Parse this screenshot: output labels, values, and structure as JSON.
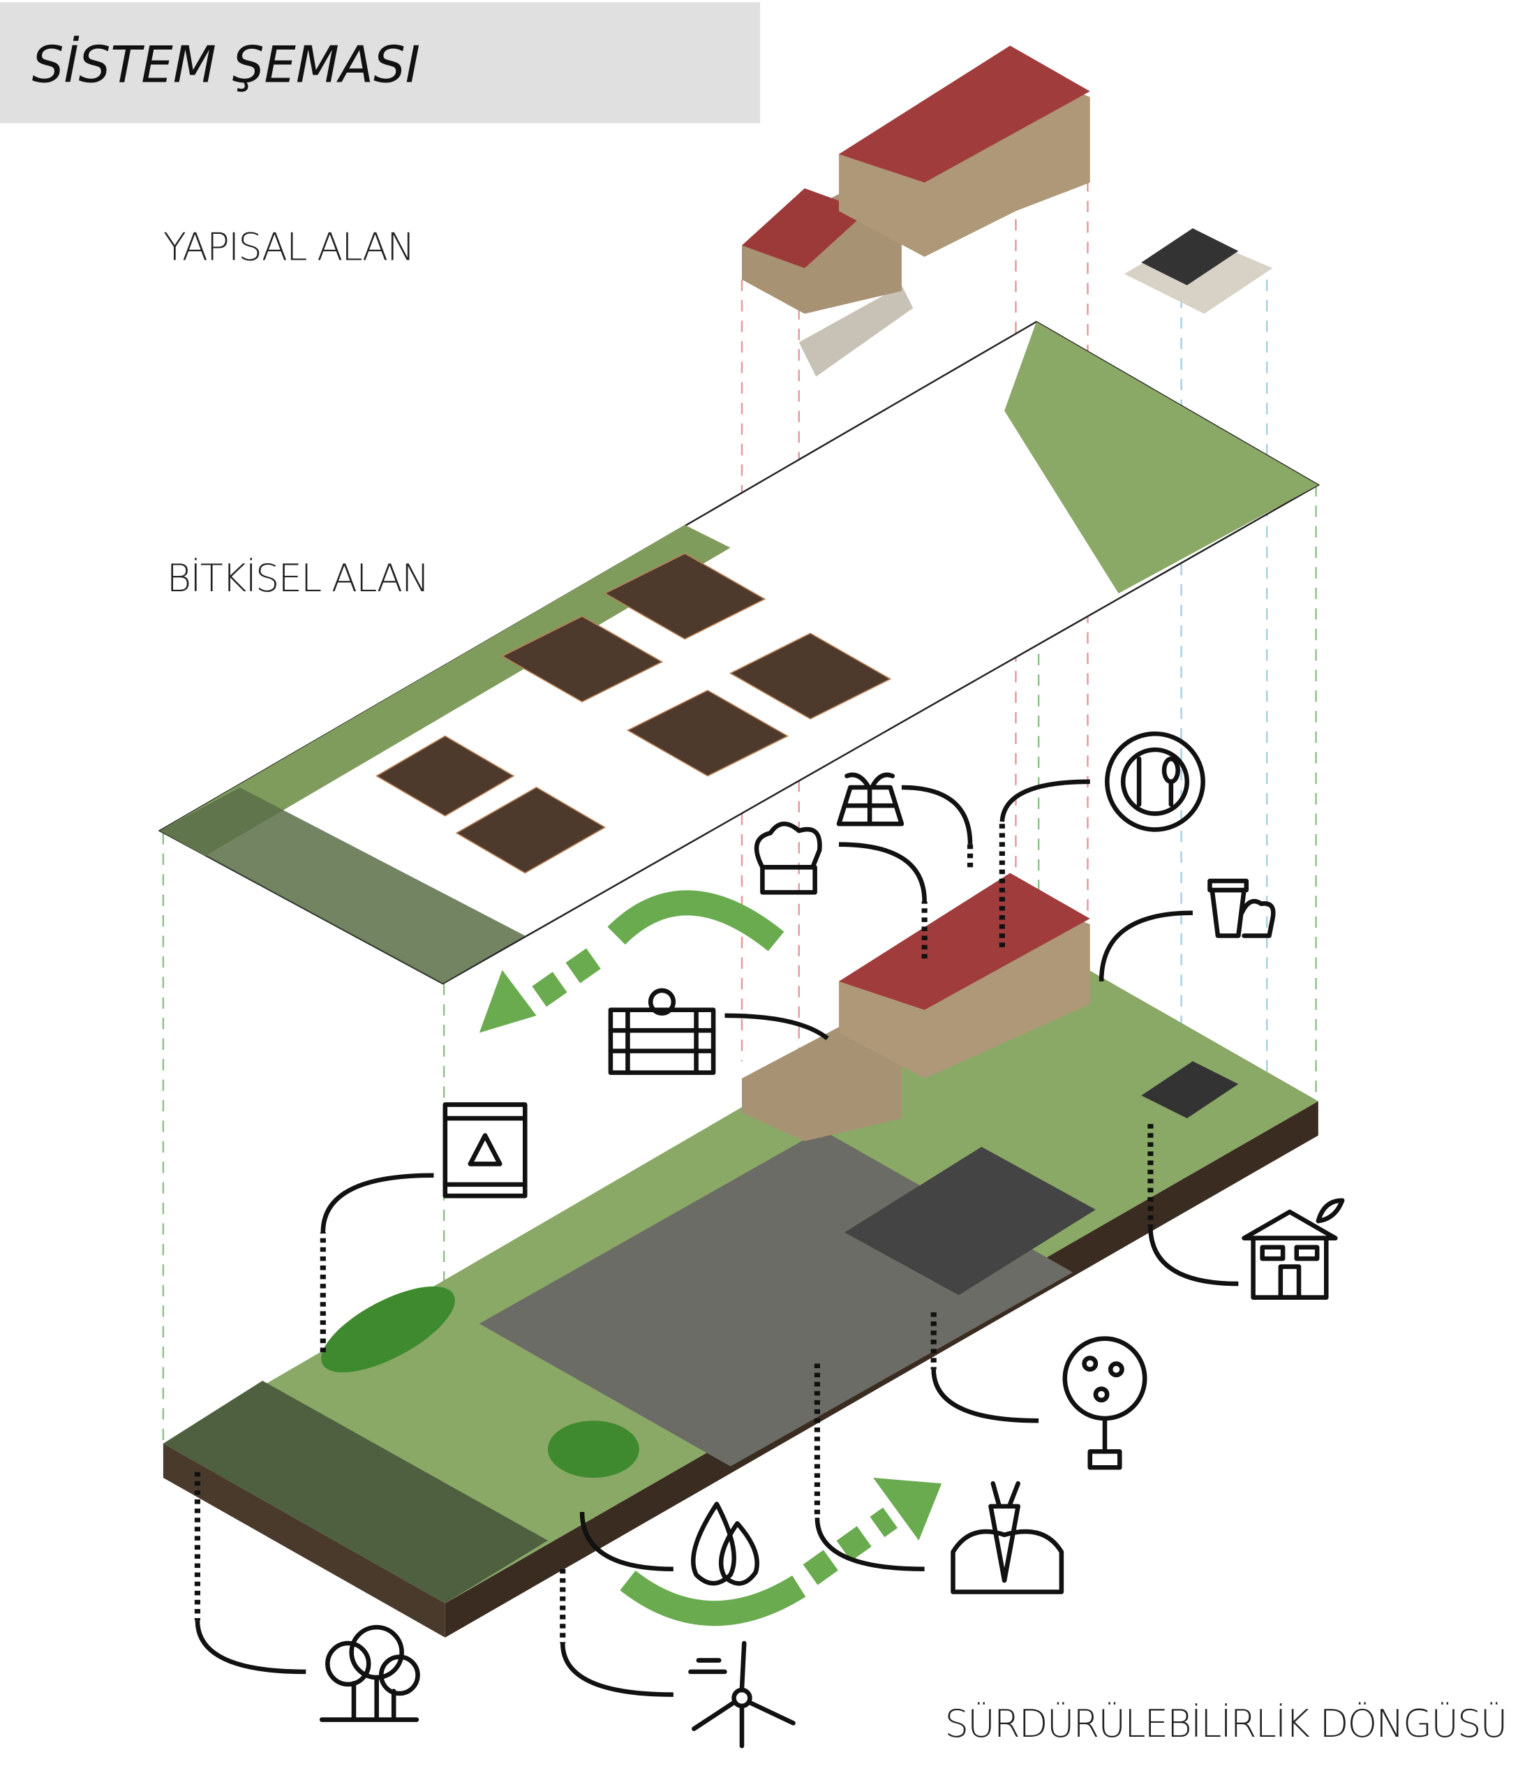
{
  "header": {
    "title": "SİSTEM ŞEMASI"
  },
  "layers": {
    "structural": "YAPISAL ALAN",
    "vegetal": "BİTKİSEL ALAN",
    "sustainability": "SÜRDÜRÜLEBİLİRLİK DÖNGÜSÜ"
  },
  "colors": {
    "header_bg": "#e0e0e0",
    "grass": "#8aa866",
    "soil": "#4a3a2c",
    "roof": "#9c3a3a",
    "stone": "#b09a7a",
    "accent_green": "#6aab4f",
    "tank_green": "#3f8a2e"
  },
  "icons": [
    "greenhouse-solar-icon",
    "restaurant-icon",
    "chef-hat-icon",
    "cafe-icon",
    "harvest-crate-icon",
    "recycle-bin-icon",
    "farmhouse-icon",
    "fruit-tree-icon",
    "carrot-soil-icon",
    "water-drops-icon",
    "wind-turbine-icon",
    "trees-icon"
  ]
}
